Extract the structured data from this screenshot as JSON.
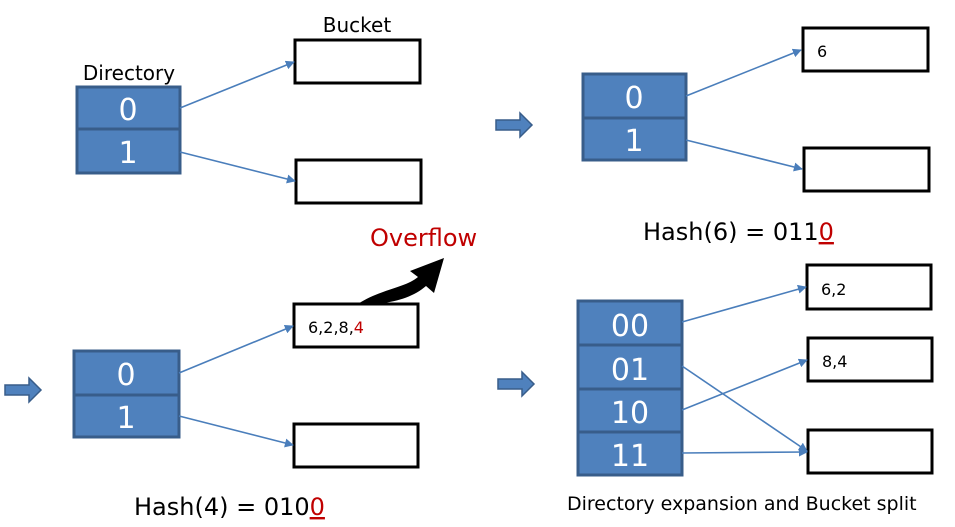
{
  "panel1": {
    "bucket_label": "Bucket",
    "directory_label": "Directory",
    "directory": [
      "0",
      "1"
    ]
  },
  "panel2": {
    "directory": [
      "0",
      "1"
    ],
    "buckets": [
      "6",
      ""
    ],
    "hash_prefix": "Hash(6) = 011",
    "hash_bit": "0"
  },
  "panel3": {
    "overflow_label": "Overflow",
    "directory": [
      "0",
      "1"
    ],
    "bucket_values": "6,2,8,",
    "bucket_new_value": "4",
    "hash_prefix": "Hash(4) = 010",
    "hash_bit": "0"
  },
  "panel4": {
    "directory": [
      "00",
      "01",
      "10",
      "11"
    ],
    "buckets": [
      "6,2",
      "8,4",
      ""
    ],
    "caption": "Directory expansion and Bucket split"
  },
  "colors": {
    "directory_fill": "#4F81BD",
    "highlight": "#C00000",
    "pointer": "#4A7EBB"
  }
}
